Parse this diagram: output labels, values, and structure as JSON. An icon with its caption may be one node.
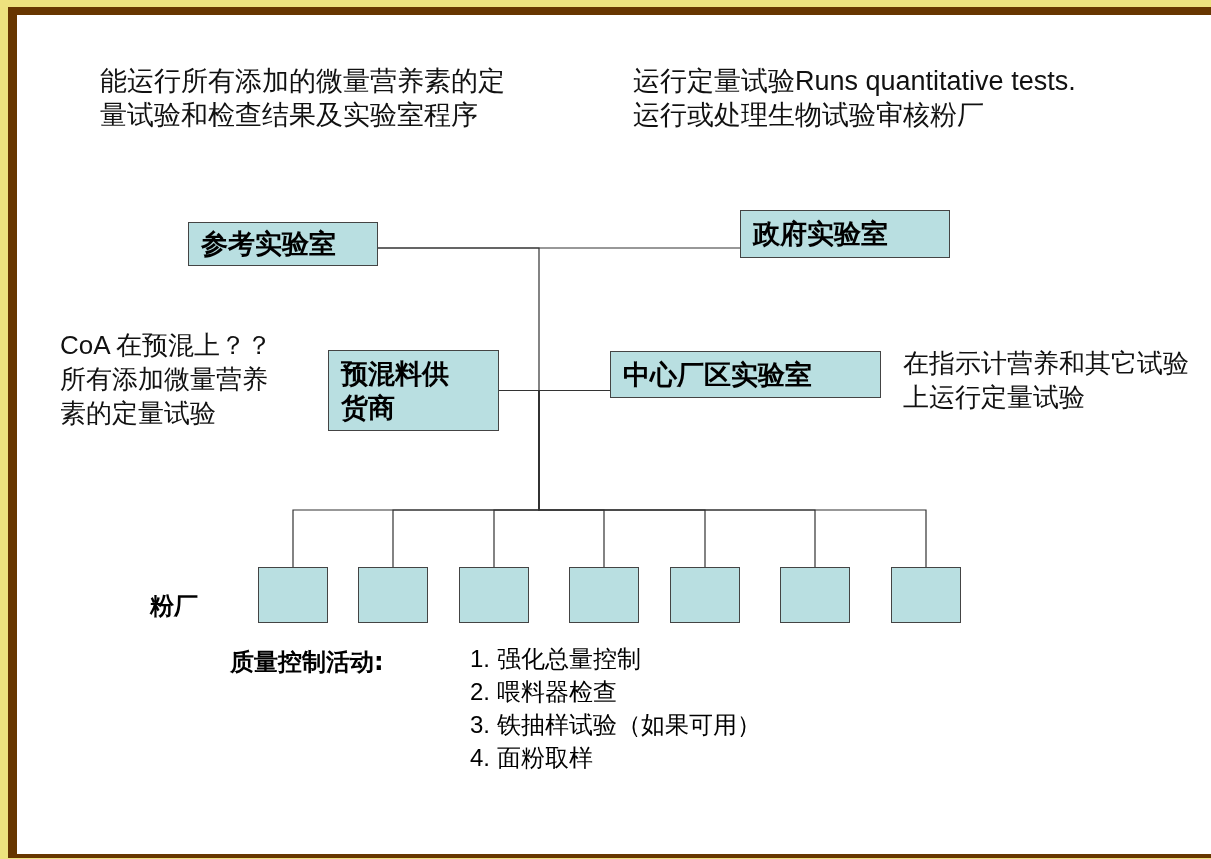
{
  "diagram": {
    "nodes": [
      {
        "text": [
          "参考实验室"
        ]
      },
      {
        "text": [
          "政府实验室"
        ]
      },
      {
        "text": [
          "预混料供货商"
        ],
        "beside": [
          "CoA 在预混上？？所有添加微量营养素的定量试验"
        ]
      },
      {
        "text": [
          "中心厂区实验室"
        ],
        "beside": [
          "在指示计营养和其它试验上运行定量试验"
        ]
      },
      {
        "text": [],
        "shape": "box"
      },
      {
        "text": [],
        "shape": "box"
      },
      {
        "text": [],
        "shape": "box"
      },
      {
        "text": [],
        "shape": "box"
      },
      {
        "text": [],
        "shape": "box"
      },
      {
        "text": [],
        "shape": "box"
      },
      {
        "text": [],
        "shape": "box"
      }
    ],
    "edges": [
      {
        "from": 0,
        "to": 1,
        "arrow": "none"
      },
      {
        "from": 0,
        "to": 2,
        "arrow": "none"
      },
      {
        "from": 2,
        "to": 3,
        "arrow": "none"
      },
      {
        "from": 2,
        "to": 4,
        "arrow": "none"
      },
      {
        "from": 2,
        "to": 5,
        "arrow": "none"
      },
      {
        "from": 2,
        "to": 6,
        "arrow": "none"
      },
      {
        "from": 2,
        "to": 7,
        "arrow": "none"
      },
      {
        "from": 2,
        "to": 8,
        "arrow": "none"
      },
      {
        "from": 2,
        "to": 9,
        "arrow": "none"
      },
      {
        "from": 2,
        "to": 10,
        "arrow": "none"
      }
    ],
    "labels": [
      "能运行所有添加的微量营养素的定量试验和检查结果及实验室程序",
      "运行定量试验Runs quantitative tests.",
      "运行或处理生物试验审核粉厂",
      "粉厂",
      "质量控制活动:",
      "1. 强化总量控制",
      "2. 喂料器检查",
      "3. 铁抽样试验（如果可用）",
      "4. 面粉取样"
    ]
  }
}
